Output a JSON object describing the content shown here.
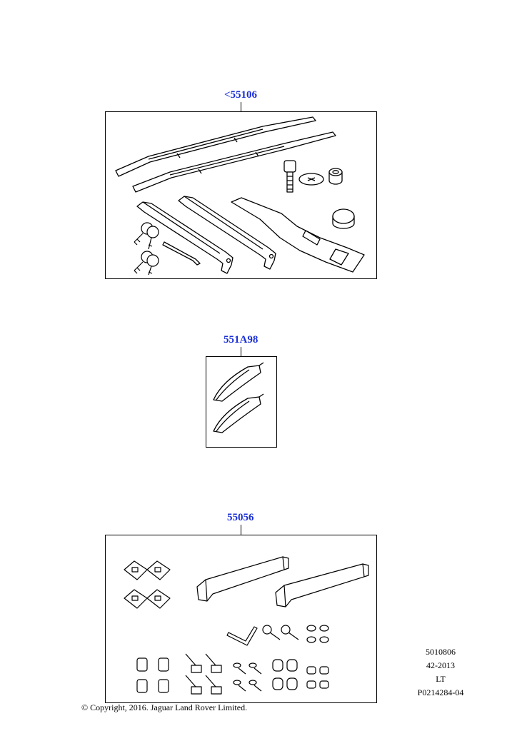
{
  "callouts": [
    {
      "id": "kit1",
      "label": "<55106"
    },
    {
      "id": "kit2",
      "label": "551A98"
    },
    {
      "id": "kit3",
      "label": "55056"
    }
  ],
  "reference": {
    "line1": "5010806",
    "line2": "42-2013",
    "line3": "LT",
    "line4": "P0214284-04"
  },
  "copyright": "© Copyright, 2016. Jaguar Land Rover Limited.",
  "colors": {
    "callout": "#1a2fd6",
    "line": "#000000"
  }
}
